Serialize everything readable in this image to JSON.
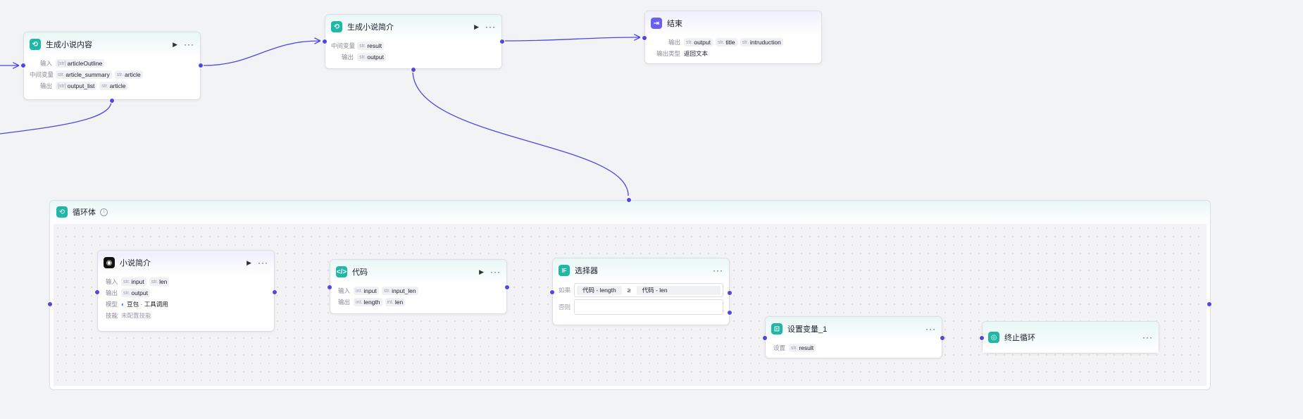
{
  "type_str": "str.",
  "type_int": "int.",
  "type_list": "[str]",
  "node_content": {
    "title": "生成小说内容",
    "input_label": "输入",
    "input_var": "articleOutline",
    "mid_label": "中间变量",
    "mid_vars": [
      "article_summary",
      "article"
    ],
    "output_label": "输出",
    "output_vars": [
      "output_list",
      "article"
    ]
  },
  "node_intro": {
    "title": "生成小说简介",
    "mid_label": "中间变量",
    "mid_var": "result",
    "output_label": "输出",
    "output_var": "output"
  },
  "node_end": {
    "title": "结束",
    "output_label": "输出",
    "output_vars": [
      "output",
      "title",
      "intruduction"
    ],
    "type_label": "输出类型",
    "type_value": "返回文本"
  },
  "loop": {
    "title": "循环体",
    "info_icon": "i"
  },
  "node_llm": {
    "title": "小说简介",
    "input_label": "输入",
    "input_vars": [
      "input",
      "len"
    ],
    "output_label": "输出",
    "output_var": "output",
    "model_label": "模型",
    "model_value": "豆包 · 工具调用",
    "skill_label": "技能",
    "skill_value": "未配置技能"
  },
  "node_code": {
    "title": "代码",
    "input_label": "输入",
    "input_vars": [
      "input",
      "input_len"
    ],
    "output_label": "输出",
    "output_vars": [
      "length",
      "len"
    ]
  },
  "node_selector": {
    "title": "选择器",
    "icon_text": "IF",
    "if_label": "如果",
    "left": "代码 - length",
    "op": "≥",
    "right": "代码 - len",
    "else_label": "否则"
  },
  "node_setvar": {
    "title": "设置变量_1",
    "set_label": "设置",
    "set_var": "result"
  },
  "node_break": {
    "title": "终止循环"
  },
  "colors": {
    "wire": "#4f46e5",
    "teal": "#1fb7a6",
    "purple": "#6a5ff2"
  }
}
